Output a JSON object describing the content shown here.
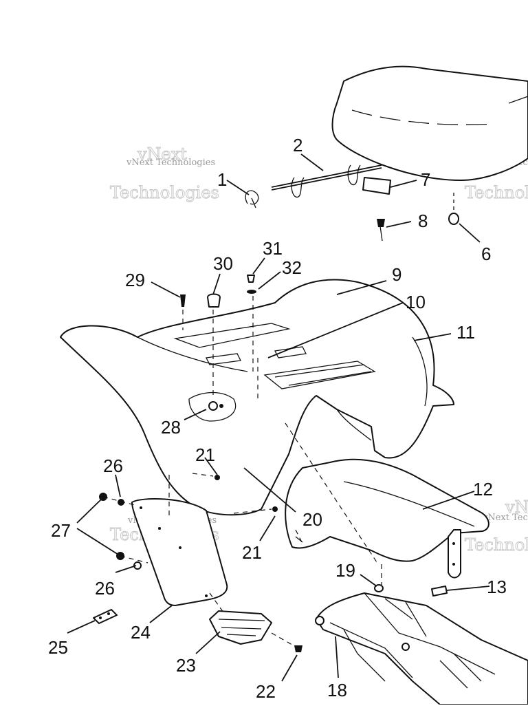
{
  "watermark": {
    "line_small": "vNext Technologies",
    "word_big_1": "vNext",
    "word_big_2": "Technologies"
  },
  "callouts": [
    {
      "id": "c1",
      "text": "1"
    },
    {
      "id": "c2",
      "text": "2"
    },
    {
      "id": "c6",
      "text": "6"
    },
    {
      "id": "c7",
      "text": "7"
    },
    {
      "id": "c8",
      "text": "8"
    },
    {
      "id": "c9",
      "text": "9"
    },
    {
      "id": "c10",
      "text": "10"
    },
    {
      "id": "c11",
      "text": "11"
    },
    {
      "id": "c12",
      "text": "12"
    },
    {
      "id": "c13",
      "text": "13"
    },
    {
      "id": "c18",
      "text": "18"
    },
    {
      "id": "c19",
      "text": "19"
    },
    {
      "id": "c20",
      "text": "20"
    },
    {
      "id": "c21a",
      "text": "21"
    },
    {
      "id": "c21b",
      "text": "21"
    },
    {
      "id": "c22",
      "text": "22"
    },
    {
      "id": "c23",
      "text": "23"
    },
    {
      "id": "c24",
      "text": "24"
    },
    {
      "id": "c25",
      "text": "25"
    },
    {
      "id": "c26a",
      "text": "26"
    },
    {
      "id": "c26b",
      "text": "26"
    },
    {
      "id": "c27",
      "text": "27"
    },
    {
      "id": "c28",
      "text": "28"
    },
    {
      "id": "c29",
      "text": "29"
    },
    {
      "id": "c30",
      "text": "30"
    },
    {
      "id": "c31",
      "text": "31"
    },
    {
      "id": "c32",
      "text": "32"
    }
  ]
}
